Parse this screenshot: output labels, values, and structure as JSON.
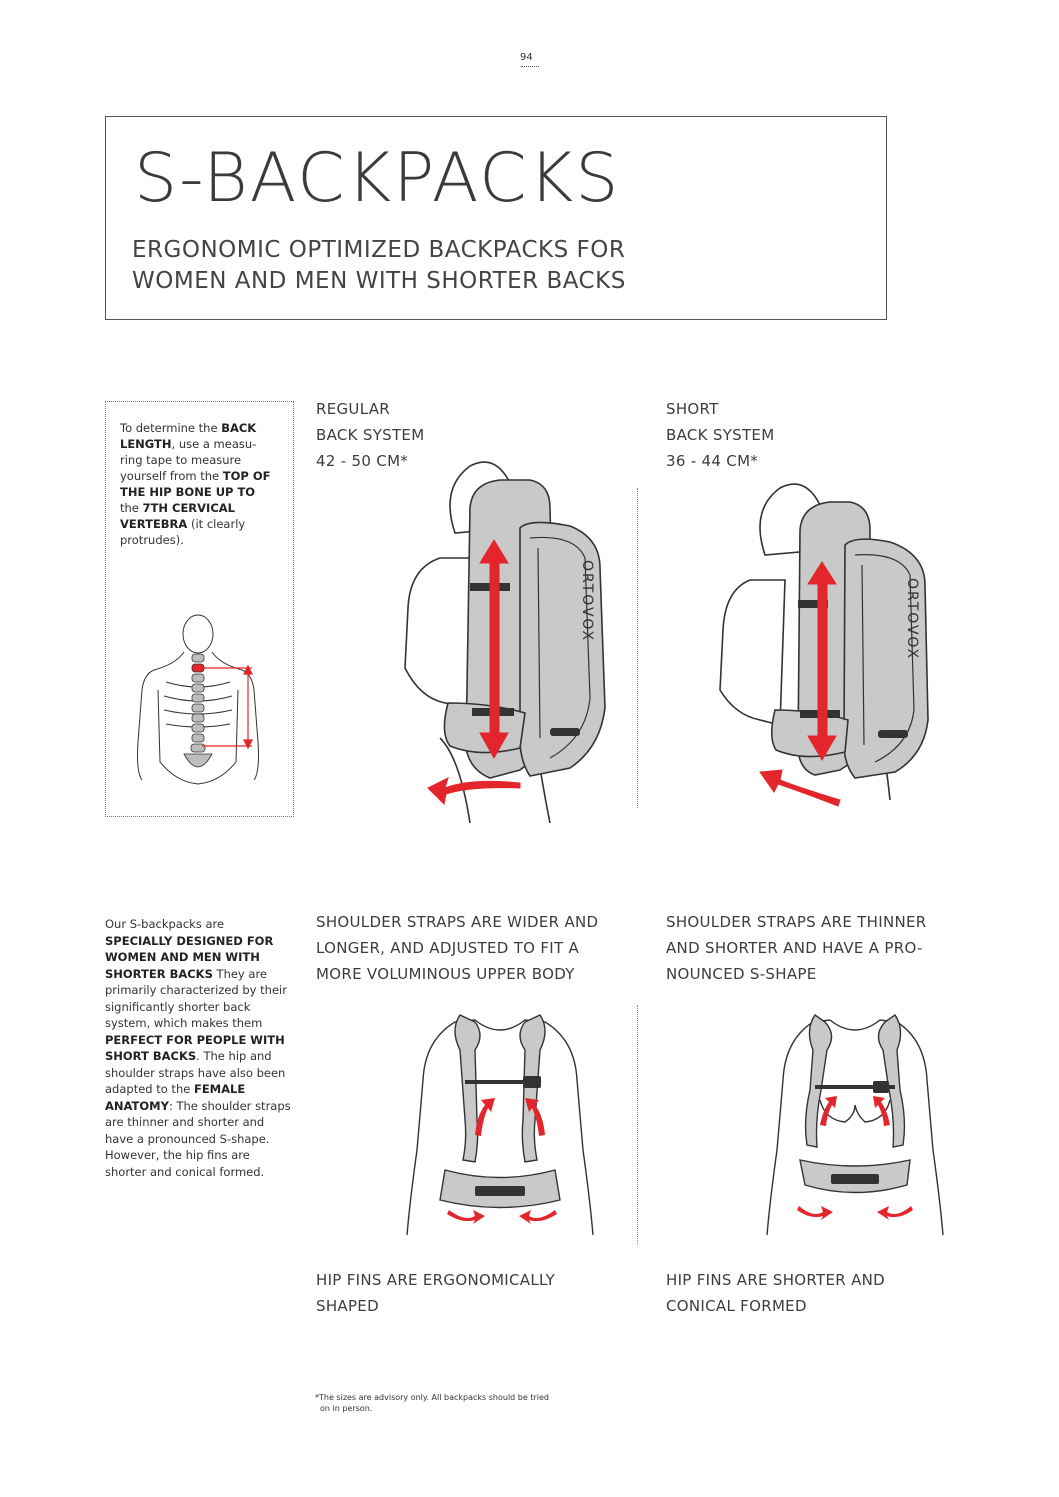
{
  "page_number": "94",
  "header": {
    "title": "S-BACKPACKS",
    "subtitle_line1": "ERGONOMIC OPTIMIZED BACKPACKS FOR",
    "subtitle_line2": "WOMEN AND MEN WITH SHORTER BACKS"
  },
  "measure_note": {
    "t1": "To determine the ",
    "b1": "BACK LENGTH",
    "t2": ", use a measu-ring tape to measure yourself from the ",
    "b2": "TOP OF THE HIP BONE UP TO",
    "t3": " the ",
    "b3": "7TH CERVICAL VERTEBRA",
    "t4": " (it clearly protrudes)."
  },
  "regular": {
    "line1": "REGULAR",
    "line2": "BACK SYSTEM",
    "line3": "42 - 50 CM*",
    "straps_line1": "SHOULDER STRAPS ARE WIDER AND",
    "straps_line2": "LONGER, AND ADJUSTED TO FIT A",
    "straps_line3": "MORE VOLUMINOUS UPPER BODY",
    "hip_line1": "HIP FINS ARE ERGONOMICALLY",
    "hip_line2": "SHAPED"
  },
  "short": {
    "line1": "SHORT",
    "line2": "BACK SYSTEM",
    "line3": "36 - 44 CM*",
    "straps_line1": "SHOULDER STRAPS ARE THINNER",
    "straps_line2": "AND SHORTER AND HAVE A PRO-",
    "straps_line3": "NOUNCED S-SHAPE",
    "hip_line1": "HIP FINS ARE SHORTER AND",
    "hip_line2": "CONICAL FORMED"
  },
  "description": {
    "t1": "Our S-backpacks are ",
    "b1": "SPECIALLY DESIGNED FOR WOMEN AND MEN WITH SHORTER BACKS",
    "t2": " They are primarily characterized by their significantly shorter back system, which makes them ",
    "b2": "PERFECT FOR PEOPLE WITH SHORT BACKS",
    "t3": ". The hip and shoulder straps have also been adapted to the ",
    "b3": "FEMALE ANATOMY",
    "t4": ": The shoulder straps are thinner and shorter and have a pronounced S-shape. However, the hip fins are shorter and conical formed."
  },
  "footnote": {
    "line1": "*The sizes are advisory only. All backpacks should be tried",
    "line2": "on in person."
  },
  "brand_text": "ORTOVOX",
  "colors": {
    "accent_red": "#e3262b",
    "pack_grey": "#c9c9c9",
    "text": "#3a3a3a"
  }
}
